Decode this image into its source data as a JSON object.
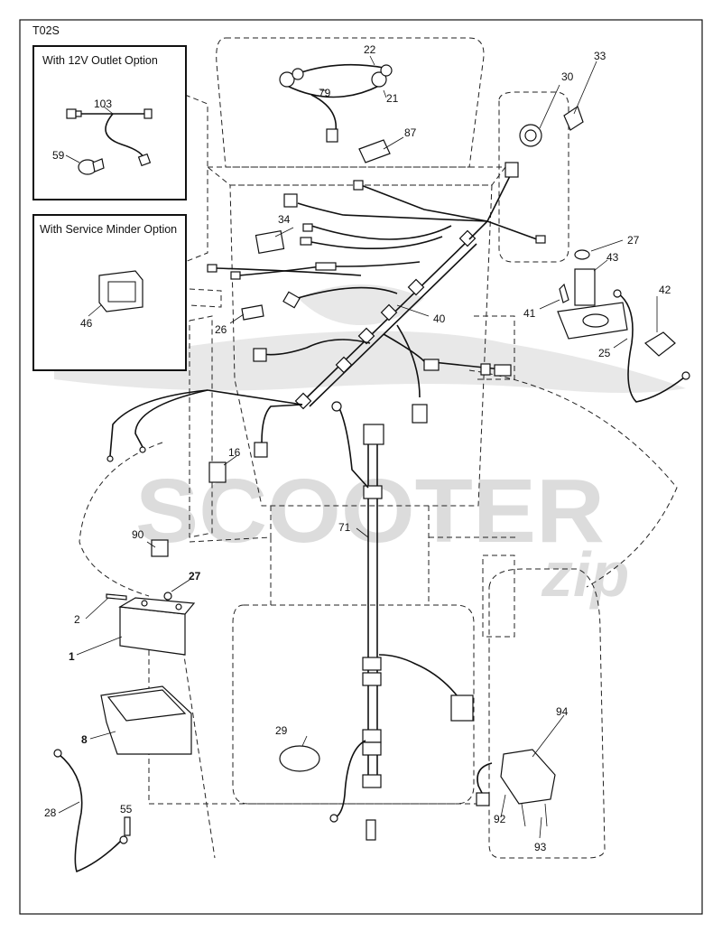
{
  "diagram_code": "T02S",
  "insets": {
    "outlet_12v": {
      "title": "With 12V Outlet Option"
    },
    "service_minder": {
      "title": "With Service Minder Option"
    }
  },
  "watermark": {
    "main": "SCOOTER",
    "sub": "zip"
  },
  "callouts": {
    "c1": "1",
    "c2": "2",
    "c8": "8",
    "c16": "16",
    "c21": "21",
    "c22": "22",
    "c25": "25",
    "c26": "26",
    "c27a": "27",
    "c27b": "27",
    "c28": "28",
    "c29": "29",
    "c30": "30",
    "c33": "33",
    "c34": "34",
    "c40": "40",
    "c41": "41",
    "c42": "42",
    "c43": "43",
    "c46": "46",
    "c55": "55",
    "c59": "59",
    "c71": "71",
    "c79": "79",
    "c87": "87",
    "c90": "90",
    "c92": "92",
    "c93": "93",
    "c94": "94",
    "c103": "103"
  }
}
